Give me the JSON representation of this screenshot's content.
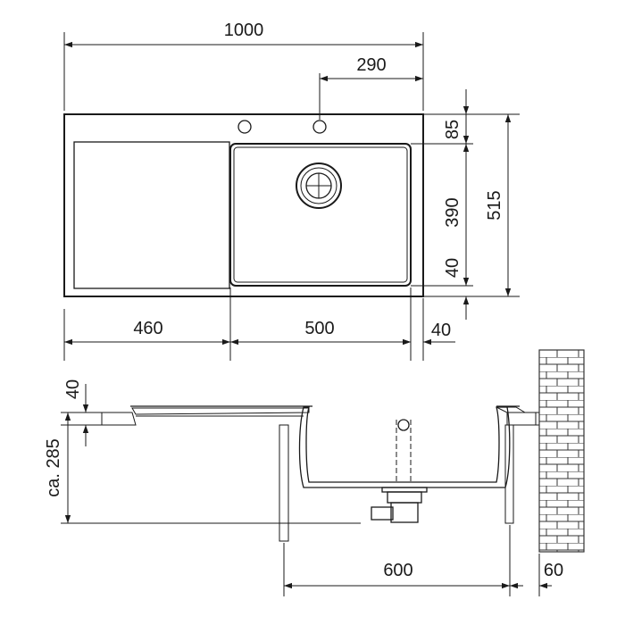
{
  "dimensions": {
    "overall_width": "1000",
    "tap_offset": "290",
    "top_margin": "85",
    "bowl_depth": "390",
    "bottom_margin": "40",
    "overall_depth": "515",
    "drainer_width": "460",
    "bowl_width": "500",
    "right_margin": "40",
    "rim_thickness": "40",
    "install_depth": "ca. 285",
    "cabinet_width": "600",
    "wall_offset": "60"
  }
}
